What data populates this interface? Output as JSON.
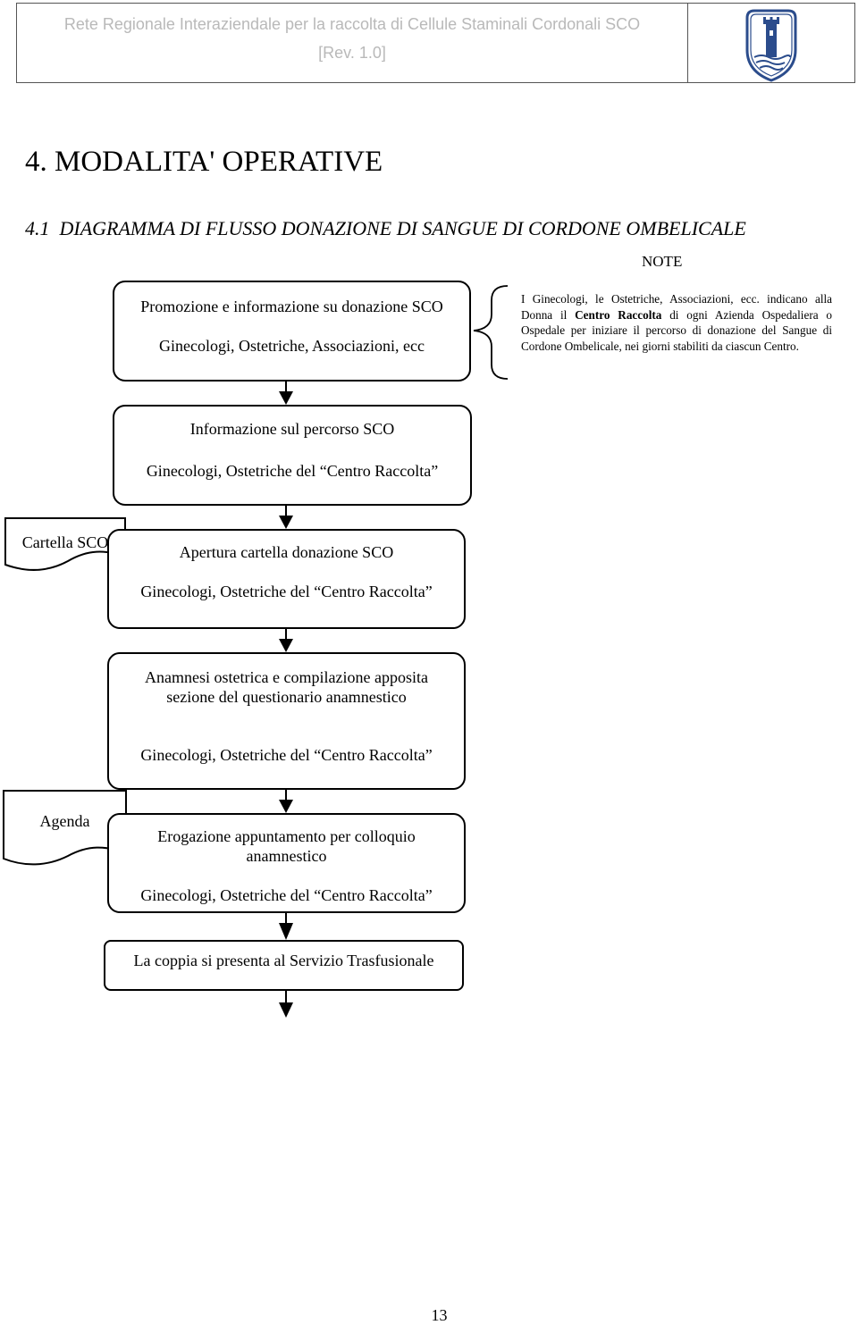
{
  "header": {
    "title": "Rete Regionale Interaziendale per la raccolta di Cellule Staminali Cordonali SCO",
    "revision": "[Rev. 1.0]",
    "logo_icon": "tower-crest-icon"
  },
  "section_title": "4. MODALITA' OPERATIVE",
  "subsection": {
    "number": "4.1",
    "title": "DIAGRAMMA DI FLUSSO DONAZIONE DI SANGUE DI CORDONE OMBELICALE"
  },
  "note_label": "NOTE",
  "note": {
    "part1": "I Ginecologi, le Ostetriche, Associazioni, ecc. indicano alla Donna il ",
    "bold": "Centro Raccolta",
    "part2": " di ogni Azienda Ospedaliera o Ospedale per iniziare il percorso di donazione del Sangue di Cordone Ombelicale, nei giorni stabiliti da ciascun Centro."
  },
  "steps": [
    {
      "activity": "Promozione e informazione su donazione SCO",
      "responsible": "Ginecologi, Ostetriche, Associazioni, ecc"
    },
    {
      "activity": "Informazione sul percorso SCO",
      "responsible": "Ginecologi, Ostetriche del “Centro Raccolta”"
    },
    {
      "activity": "Apertura cartella donazione SCO",
      "responsible": "Ginecologi, Ostetriche del “Centro Raccolta”"
    },
    {
      "activity_line1": "Anamnesi ostetrica e compilazione apposita",
      "activity_line2": "sezione del questionario anamnestico",
      "responsible": "Ginecologi, Ostetriche del “Centro Raccolta”"
    },
    {
      "activity_line1": "Erogazione appuntamento per colloquio",
      "activity_line2": "anamnestico",
      "responsible": "Ginecologi, Ostetriche del “Centro Raccolta”"
    },
    {
      "activity": "La coppia si presenta al Servizio Trasfusionale"
    }
  ],
  "documents": [
    {
      "label": "Cartella SCO"
    },
    {
      "label": "Agenda"
    }
  ],
  "page_number": "13"
}
